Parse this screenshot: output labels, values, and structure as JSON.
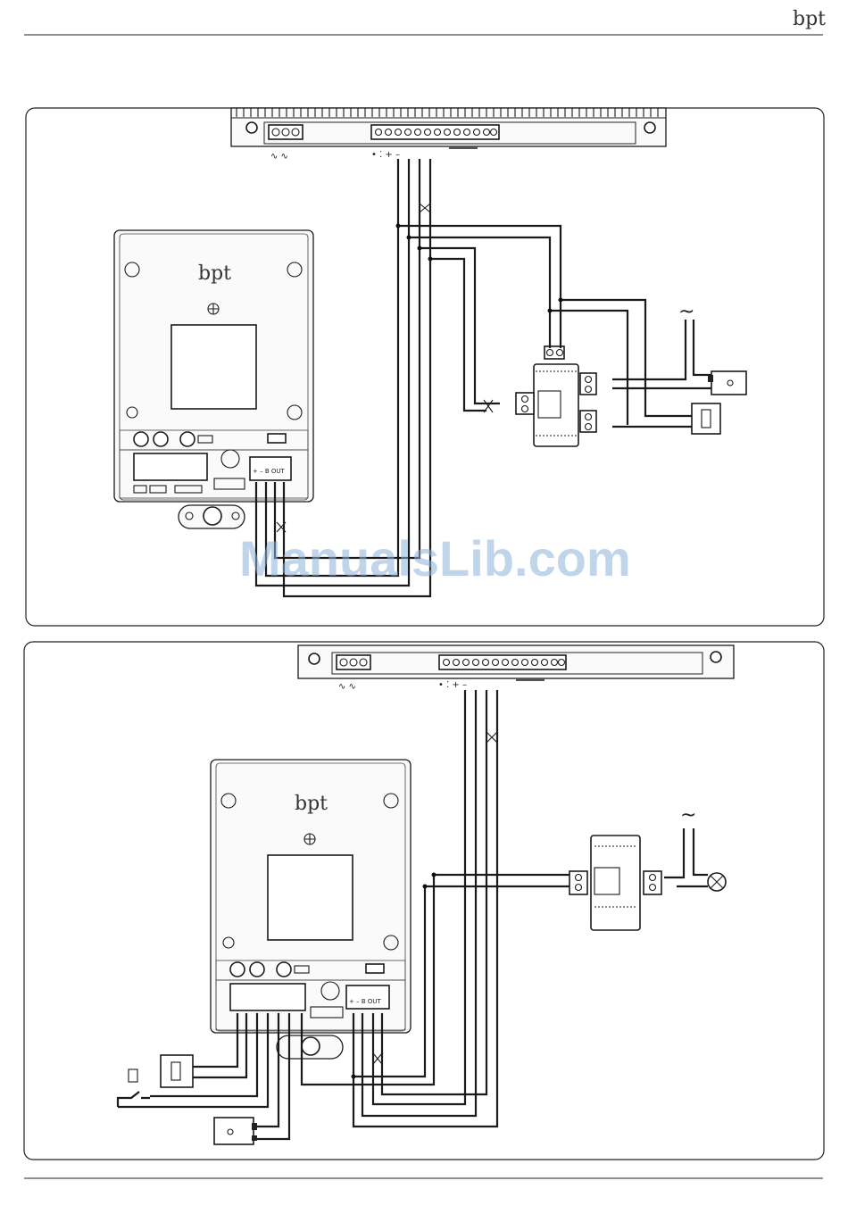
{
  "header": {
    "brand_logo": "bpt"
  },
  "watermark": "ManualsLib.com",
  "device_logo": "bpt",
  "terminal_labels": {
    "ac_supply": "∿  ∿",
    "bus_markers": "•  ⁚ + –",
    "out_block": "+   –    B OUT"
  },
  "icons": {
    "ac_source": "tilde-icon",
    "camera": "camera-icon",
    "lamp": "lamp-icon"
  }
}
